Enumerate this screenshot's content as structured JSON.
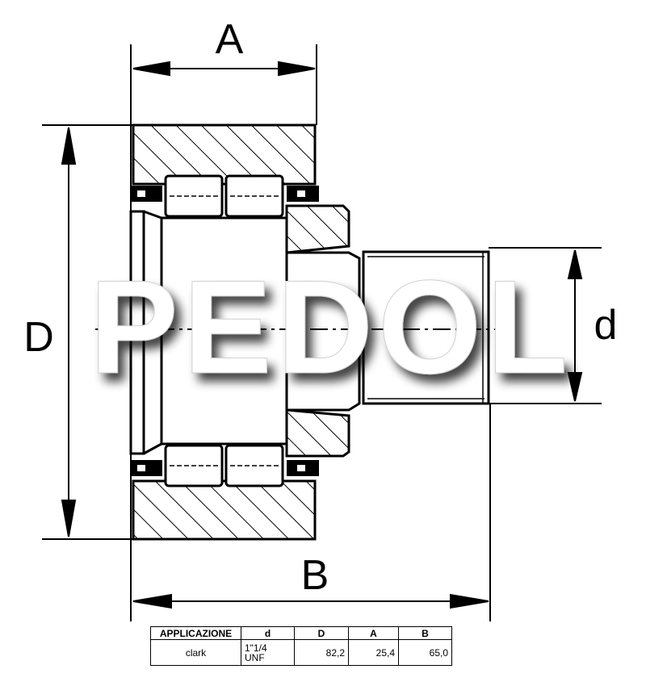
{
  "dimensions": {
    "A": "A",
    "B": "B",
    "D": "D",
    "d": "d"
  },
  "watermark": "PEDOL",
  "table": {
    "headers": [
      "APPLICAZIONE",
      "d",
      "D",
      "A",
      "B"
    ],
    "row": {
      "applicazione": "clark",
      "d_line1": "1\"1/4",
      "d_line2": "UNF",
      "D": "82,2",
      "A": "25,4",
      "B": "65,0"
    }
  }
}
